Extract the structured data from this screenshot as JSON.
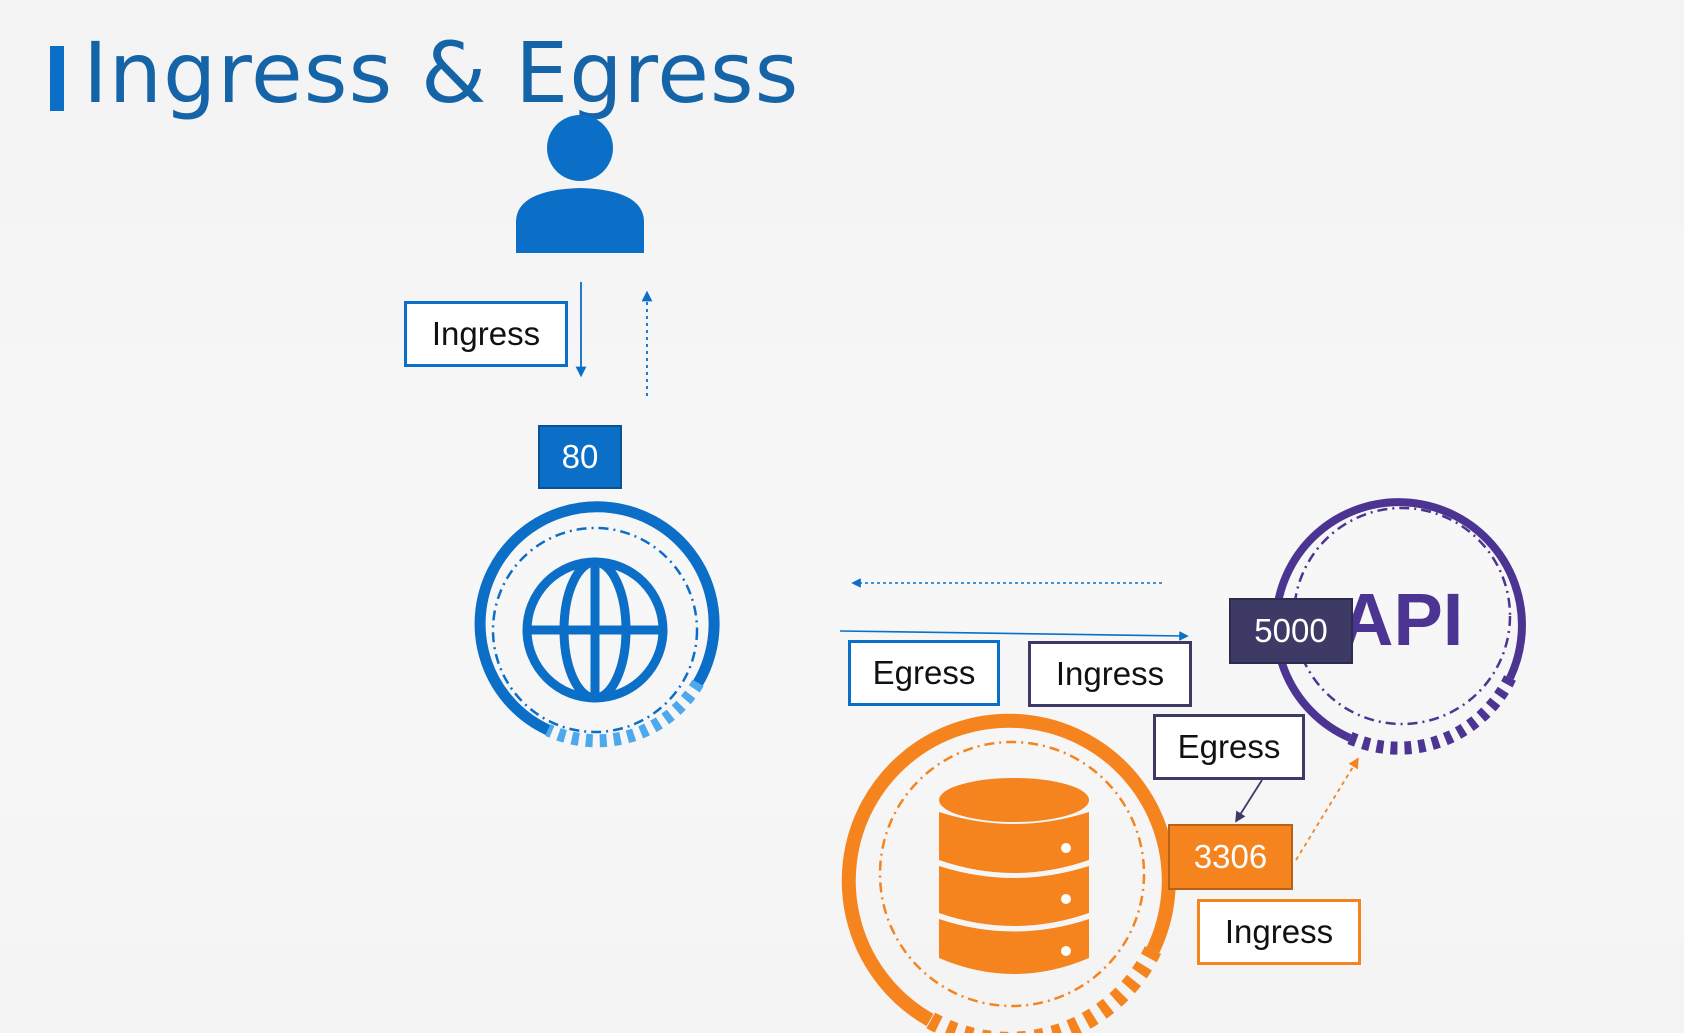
{
  "page": {
    "title": "Ingress & Egress"
  },
  "colors": {
    "blue": "#0b6fc8",
    "blue_light": "#4ea8ec",
    "orange": "#f5841f",
    "purple": "#4c3592",
    "port_dark": "#3d3a66",
    "title_blue": "#1664a8"
  },
  "nodes": {
    "user": {
      "icon": "user-icon"
    },
    "web": {
      "icon": "globe-icon",
      "port": "80"
    },
    "api": {
      "icon": "api-icon",
      "text": "API",
      "port": "5000"
    },
    "db": {
      "icon": "database-icon",
      "port": "3306"
    }
  },
  "labels": {
    "user_ingress": "Ingress",
    "web_egress": "Egress",
    "api_ingress": "Ingress",
    "api_egress": "Egress",
    "db_ingress": "Ingress"
  }
}
